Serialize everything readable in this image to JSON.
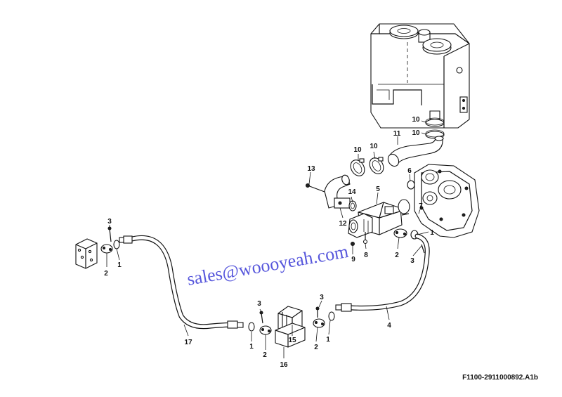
{
  "drawing": {
    "reference": "F1100-2911000892.A1b",
    "watermark": "sales@woooyeah.com"
  },
  "callouts": [
    {
      "id": "c10a",
      "label": "10"
    },
    {
      "id": "c10b",
      "label": "10"
    },
    {
      "id": "c11",
      "label": "11"
    },
    {
      "id": "c10c",
      "label": "10"
    },
    {
      "id": "c10d",
      "label": "10"
    },
    {
      "id": "c13",
      "label": "13"
    },
    {
      "id": "c14",
      "label": "14"
    },
    {
      "id": "c5",
      "label": "5"
    },
    {
      "id": "c6",
      "label": "6"
    },
    {
      "id": "c12",
      "label": "12"
    },
    {
      "id": "c7",
      "label": "7"
    },
    {
      "id": "c1a",
      "label": "1"
    },
    {
      "id": "c8",
      "label": "8"
    },
    {
      "id": "c9",
      "label": "9"
    },
    {
      "id": "c2a",
      "label": "2"
    },
    {
      "id": "c3a",
      "label": "3"
    },
    {
      "id": "c3b",
      "label": "3"
    },
    {
      "id": "c2b",
      "label": "2"
    },
    {
      "id": "c1b",
      "label": "1"
    },
    {
      "id": "c3c",
      "label": "3"
    },
    {
      "id": "c3d",
      "label": "3"
    },
    {
      "id": "c4",
      "label": "4"
    },
    {
      "id": "c17",
      "label": "17"
    },
    {
      "id": "c15",
      "label": "15"
    },
    {
      "id": "c1c",
      "label": "1"
    },
    {
      "id": "c2c",
      "label": "2"
    },
    {
      "id": "c2d",
      "label": "2"
    },
    {
      "id": "c1d",
      "label": "1"
    },
    {
      "id": "c16",
      "label": "16"
    }
  ]
}
